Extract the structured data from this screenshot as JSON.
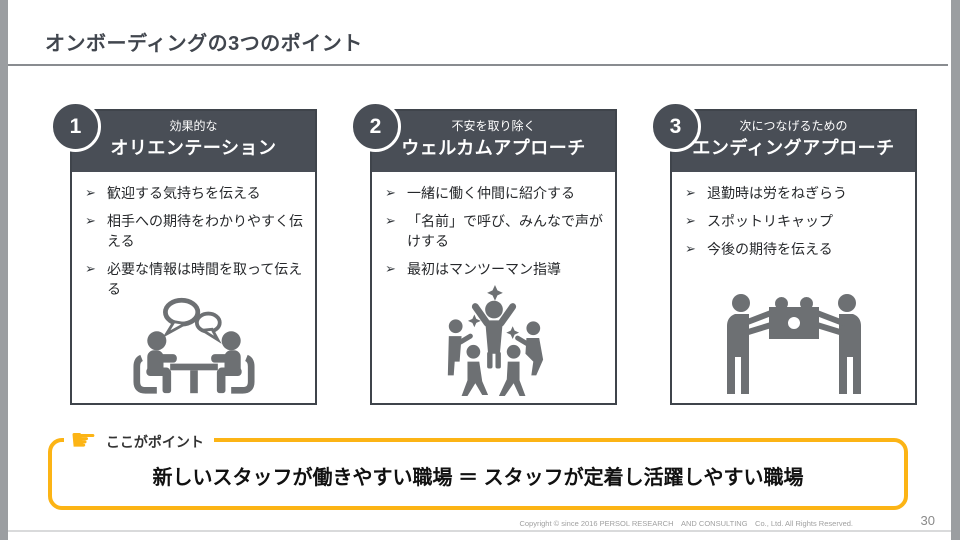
{
  "slide": {
    "title": "オンボーディングの3つのポイント",
    "page_number": "30",
    "footer": "Copyright © since 2016 PERSOL RESEARCH　AND CONSULTING　Co., Ltd. All Rights Reserved."
  },
  "ui": {
    "bullet_marker": "➢",
    "finger_glyph": "☛"
  },
  "colors": {
    "dark": "#494e56",
    "accent_yellow": "#fcb415",
    "icon_gray": "#6d7073"
  },
  "cards": [
    {
      "number": "1",
      "header_small": "効果的な",
      "header_large": "オリエンテーション",
      "bullets": [
        "歓迎する気持ちを伝える",
        "相手への期待をわかりやすく伝える",
        "必要な情報は時間を取って伝える"
      ],
      "icon": "meeting-icon"
    },
    {
      "number": "2",
      "header_small": "不安を取り除く",
      "header_large": "ウェルカムアプローチ",
      "bullets": [
        "一緒に働く仲間に紹介する",
        "「名前」で呼び、みんなで声がけする",
        "最初はマンツーマン指導"
      ],
      "icon": "welcome-icon"
    },
    {
      "number": "3",
      "header_small": "次につなげるための",
      "header_large": "エンディングアプローチ",
      "bullets": [
        "退勤時は労をねぎらう",
        "スポットリキャップ",
        "今後の期待を伝える"
      ],
      "icon": "teamwork-icon"
    }
  ],
  "callout": {
    "label": "ここがポイント",
    "message": "新しいスタッフが働きやすい職場 ＝ スタッフが定着し活躍しやすい職場"
  }
}
